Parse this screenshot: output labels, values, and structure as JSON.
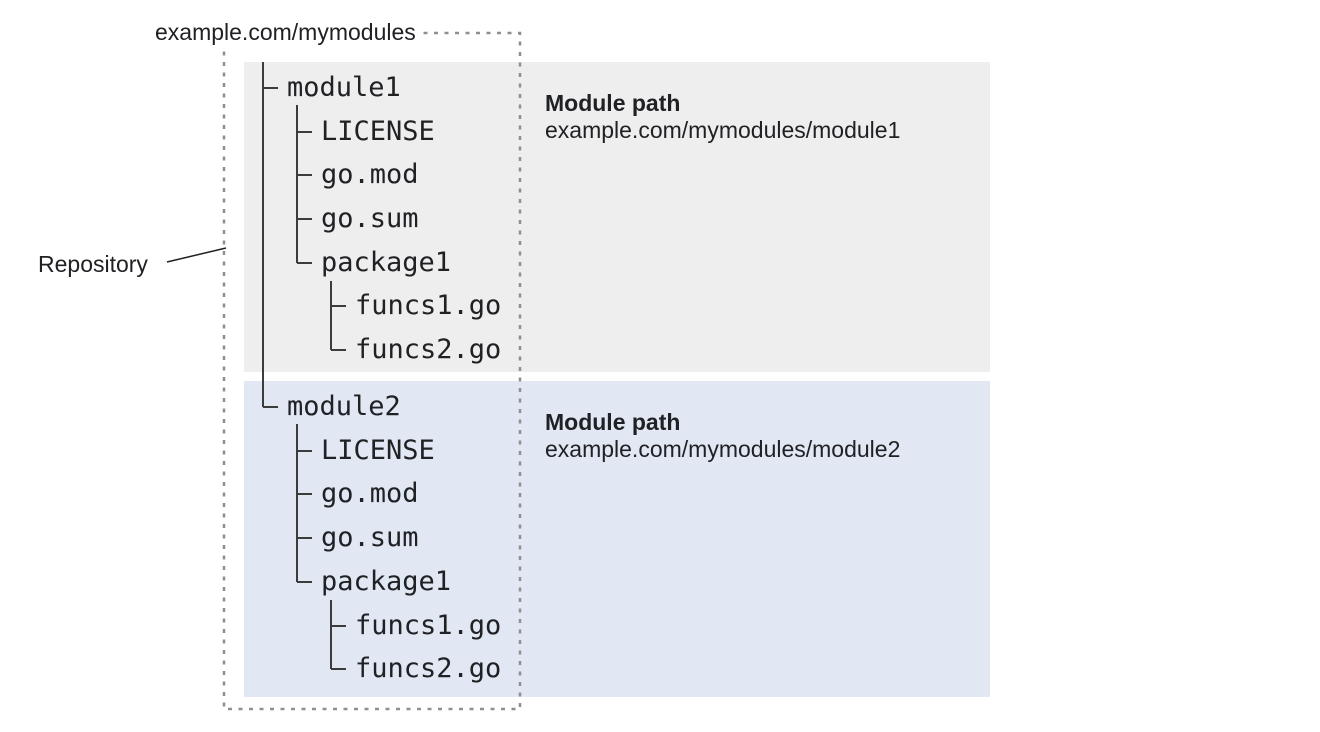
{
  "diagram": {
    "repo_url_label": "example.com/mymodules",
    "repository_label": "Repository",
    "module_path_heading": "Module path",
    "modules": [
      {
        "name": "module1",
        "module_path": "example.com/mymodules/module1",
        "tree": [
          "module1",
          "LICENSE",
          "go.mod",
          "go.sum",
          "package1",
          "funcs1.go",
          "funcs2.go"
        ]
      },
      {
        "name": "module2",
        "module_path": "example.com/mymodules/module2",
        "tree": [
          "module2",
          "LICENSE",
          "go.mod",
          "go.sum",
          "package1",
          "funcs1.go",
          "funcs2.go"
        ]
      }
    ],
    "colors": {
      "module1_panel_bg": "#eeeeee",
      "module2_panel_bg": "#e1e8f3",
      "tree_line": "#3c3c3c",
      "dashed_border": "#8f8f8f",
      "text": "#202124"
    }
  }
}
